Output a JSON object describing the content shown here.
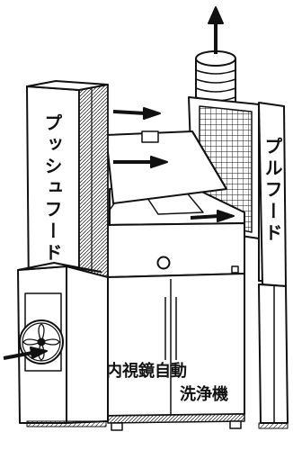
{
  "labels": {
    "push_hood": "プッシュフード",
    "pull_hood": "プルフード",
    "washer_line1": "内視鏡自動",
    "washer_line2": "洗浄機"
  },
  "colors": {
    "ink": "#111111",
    "paper": "#ffffff"
  }
}
